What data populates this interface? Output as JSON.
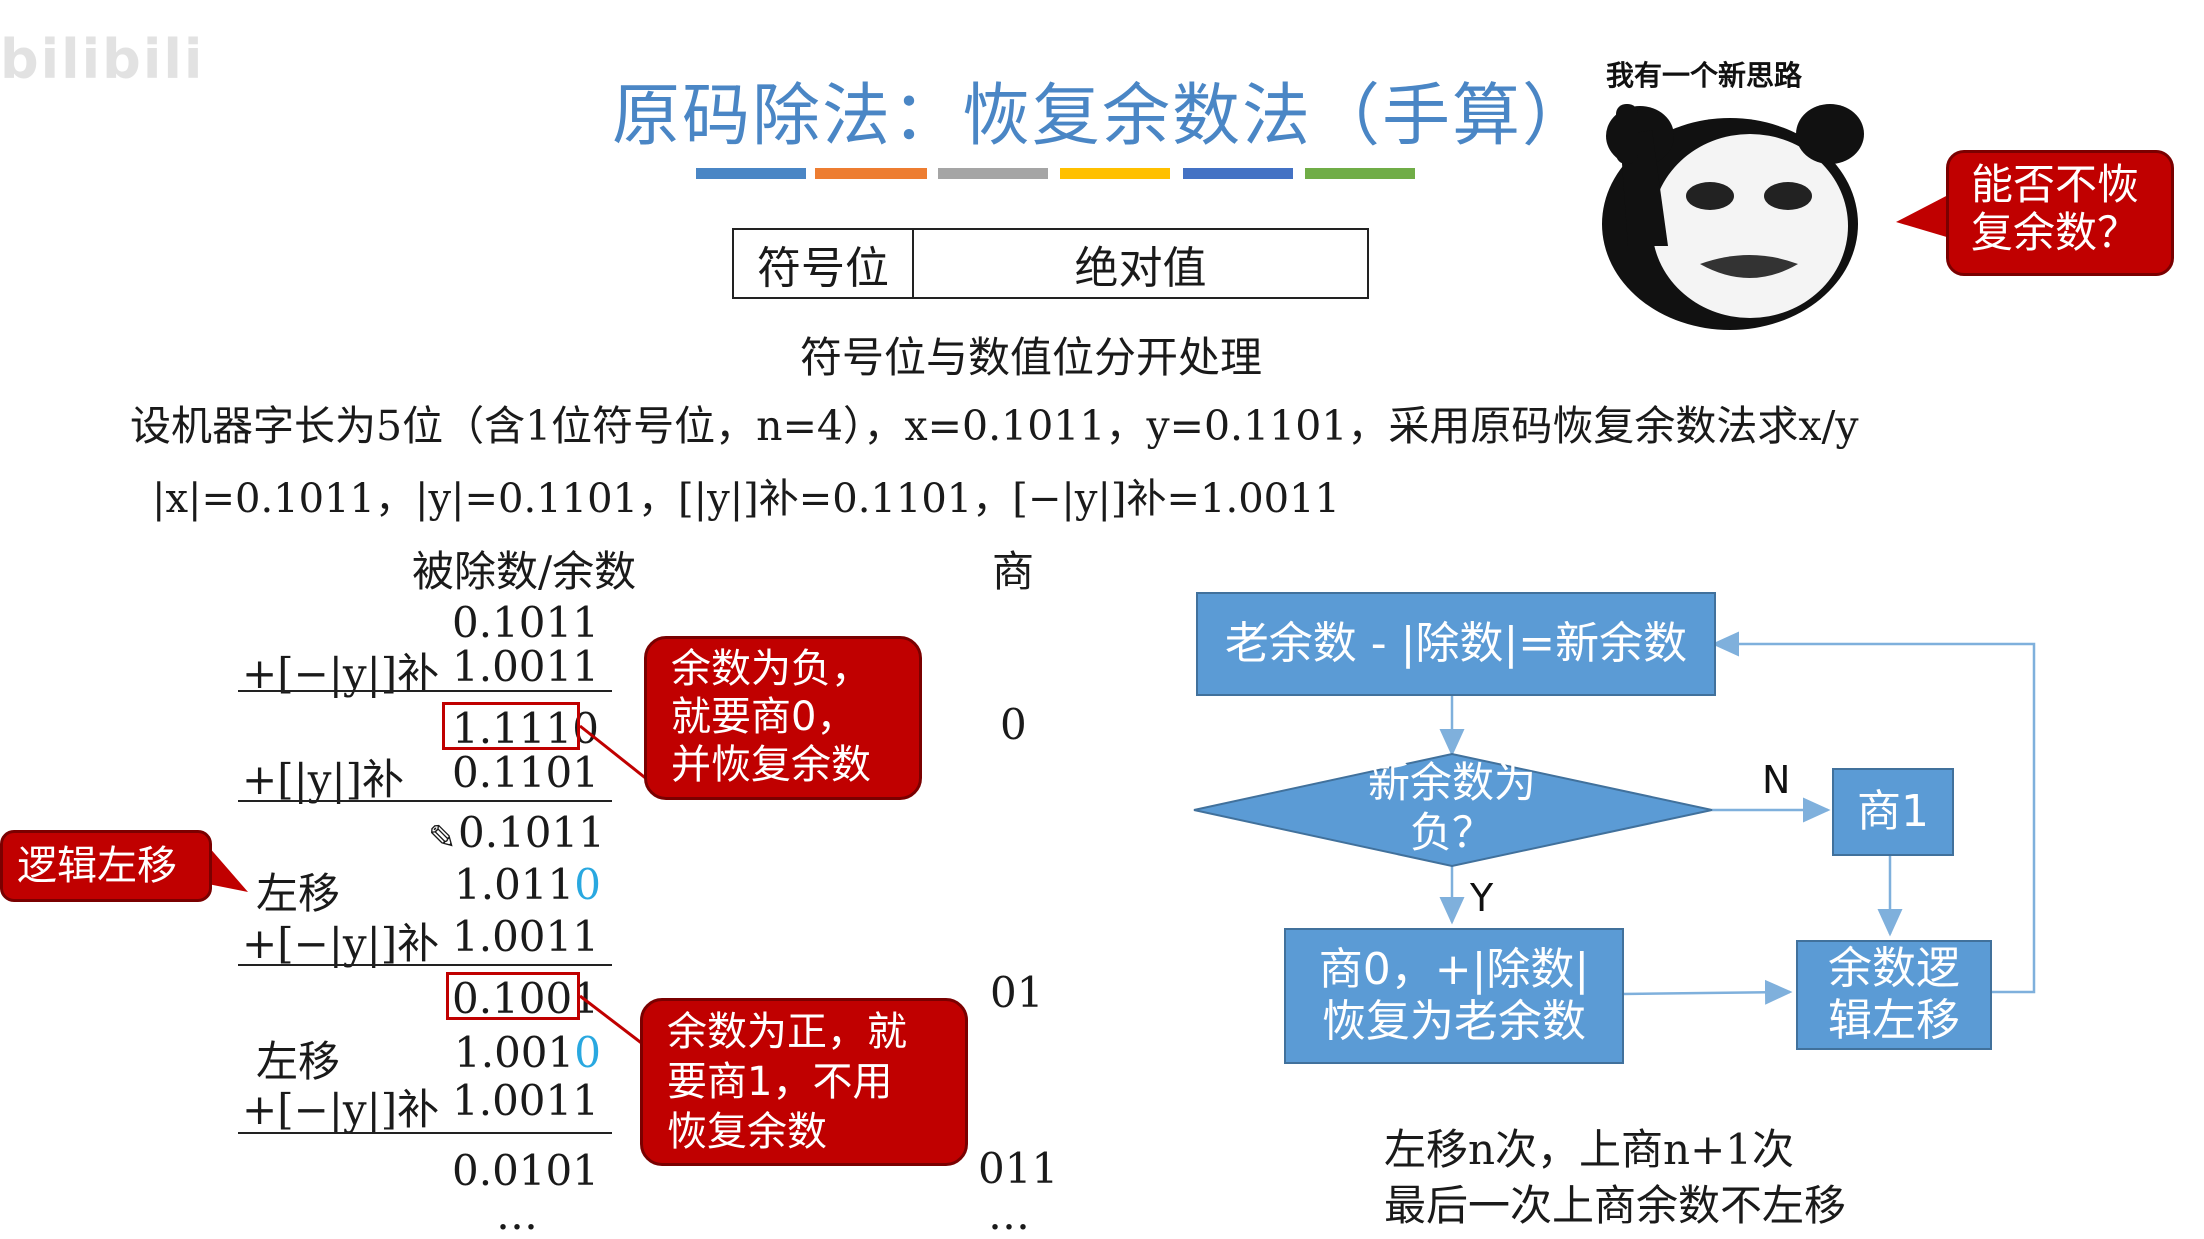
{
  "watermark": "bilibili",
  "title": "原码除法：恢复余数法（手算）",
  "colors": {
    "title": "#4a86c5",
    "bars": [
      "#4a86c5",
      "#ed7d31",
      "#a5a5a5",
      "#ffc000",
      "#4472c4",
      "#70ad47"
    ],
    "callout": "#c00000",
    "flow_box": "#5b9bd5",
    "blue_digit": "#29a8e0"
  },
  "format_box": {
    "sign": "符号位",
    "abs": "绝对值"
  },
  "caption": "符号位与数值位分开处理",
  "problem": "设机器字长为5位（含1位符号位，n=4），x=0.1011，y=0.1101，采用原码恢复余数法求x/y",
  "givens": "|x|=0.1011，|y|=0.1101，[|y|]补=0.1101，[−|y|]补=1.0011",
  "columns": {
    "dividend": "被除数/余数",
    "quotient": "商"
  },
  "calc": {
    "r0": "0.1011",
    "op_neg_y": "+[−|y|]补",
    "neg_y": "1.0011",
    "r1": "1.1110",
    "op_pos_y": "+[|y|]补",
    "pos_y": "0.1101",
    "r2": "0.1011",
    "shift_label": "左移",
    "shift1": "1.011",
    "shift1_tail": "0",
    "r3": "0.1001",
    "shift2": "1.001",
    "shift2_tail": "0",
    "r4": "0.0101",
    "ellipsis": "…",
    "q1": "0",
    "q2": "01",
    "q3": "011",
    "q_ellipsis": "…"
  },
  "callouts": {
    "neg": [
      "余数为负，",
      "就要商0，",
      "并恢复余数"
    ],
    "pos": [
      "余数为正，就",
      "要商1，不用",
      "恢复余数"
    ],
    "shift": "逻辑左移",
    "thought": [
      "能否不恢",
      "复余数？"
    ]
  },
  "meme_text": "我有一个新思路",
  "flow": {
    "step1": "老余数 - |除数|=新余数",
    "decision": [
      "新余数为",
      "负？"
    ],
    "yes": "Y",
    "no": "N",
    "q0": [
      "商0，+|除数|",
      "恢复为老余数"
    ],
    "q1": "商1",
    "shift": [
      "余数逻",
      "辑左移"
    ]
  },
  "notes": [
    "左移n次，上商n+1次",
    "最后一次上商余数不左移"
  ]
}
